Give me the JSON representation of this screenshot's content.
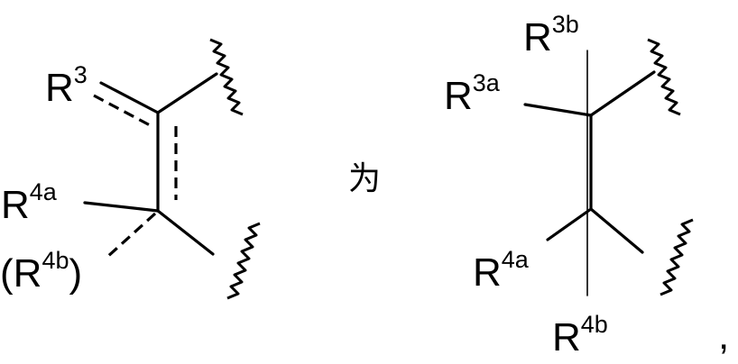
{
  "left_structure": {
    "r3": {
      "base": "R",
      "sup": "3"
    },
    "r4a": {
      "base": "R",
      "sup": "4a"
    },
    "r4b": {
      "open": "(",
      "base": "R",
      "sup": "4b",
      "close": ")"
    }
  },
  "connector": {
    "text": "为"
  },
  "right_structure": {
    "r3b": {
      "base": "R",
      "sup": "3b"
    },
    "r3a": {
      "base": "R",
      "sup": "3a"
    },
    "r4a": {
      "base": "R",
      "sup": "4a"
    },
    "r4b": {
      "base": "R",
      "sup": "4b"
    }
  },
  "trailing": {
    "comma": ","
  }
}
